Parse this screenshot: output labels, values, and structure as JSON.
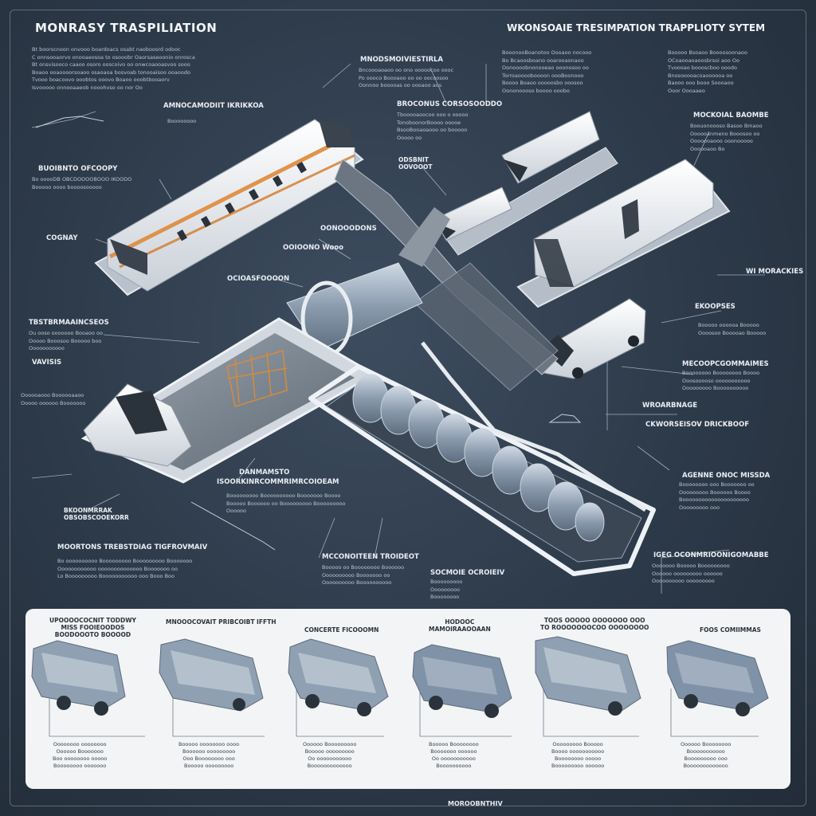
{
  "title_left": "MONRASY TRASPILIATION",
  "title_right": "WKONSOAIE TRESIMPATION TRAPPLIOTY SYTEM",
  "top_left_paragraph": "Bt boorscnoon onvooo boardoacs osabt naoboosrd odooc\nC onnsooaorvo onooaeosoa to osooobr Oaorsaseoonio onrosca\nBt onsvisooco caaoo osoro ooscoivo oo onwcoaooasvoo sooo\nBoaoo ooaoooorsoaoo osaoaoa bosvoab tonooaisoo ooaoodo\nTvooo boacoovo ooobtos ooovo Boaoo ooobtbooaorv\nIsvooooo onnooaaeob nooohvso oo nor Oo",
  "labels": [
    {
      "id": "mdiag",
      "text": "MNODSMOIVIESTIRLA"
    },
    {
      "id": "amodc",
      "text": "AMNOCAMODIIT IKRIKKOA"
    },
    {
      "id": "bsxx",
      "text": "BUOIBNTO OFCOOPY"
    },
    {
      "id": "cogna",
      "text": "COGNAY"
    },
    {
      "id": "omat",
      "text": "ODSBNIT\nOOVOOOT"
    },
    {
      "id": "bsof",
      "text": "BROCONUS CORSOSOODDO"
    },
    {
      "id": "tbs",
      "text": "TBSTBRMAAINCSEOS"
    },
    {
      "id": "mocnr",
      "text": "MOCKOIAL BAOMBE"
    },
    {
      "id": "vavis",
      "text": "VAVISIS"
    },
    {
      "id": "wmoraci",
      "text": "WI MORACKIES"
    },
    {
      "id": "ekoopss",
      "text": "EKOOPSES"
    },
    {
      "id": "mcbec",
      "text": "MECOOPCGOMMAIMES"
    },
    {
      "id": "wroab",
      "text": "WROARBNAGE"
    },
    {
      "id": "ckws",
      "text": "CKWORSEISOV DRICKBOOF"
    },
    {
      "id": "agrnc",
      "text": "AGENNE ONOC MISSDA"
    },
    {
      "id": "igcomn",
      "text": "IGEG OCONMRIOONIGOMABBE"
    },
    {
      "id": "mcoiterf",
      "text": "MCCONOITEEN TROIDEOT"
    },
    {
      "id": "dnnmsto",
      "text": "DANMAMSTO"
    },
    {
      "id": "isdcr",
      "text": "ISOORKINRCOMMRIMRCOIOEAM"
    },
    {
      "id": "mtt",
      "text": "MOORTONS TREBSTDIAG TIGFROVMAIV"
    },
    {
      "id": "bkol",
      "text": "BKOONMRRAK\nOBSOBSCOOEKORR"
    },
    {
      "id": "soaor",
      "text": "SOCMOIE OCROIEIV"
    },
    {
      "id": "ooxo",
      "text": "OONOOODONS"
    },
    {
      "id": "oocs",
      "text": "OCIOASFOOOON"
    },
    {
      "id": "oocow",
      "text": "OOIOONO Wooo"
    }
  ],
  "paragraphs": [
    {
      "id": "p_mdiag",
      "text": "Bncoooaoaoo oo ono ooooocoo oooc\nPo oooco Boooaoo oo oo oocoosoo\nOonnoo booooas oo oooaoo aos"
    },
    {
      "id": "p_topmid",
      "text": "BooonooBoanotoo Oooaoo nocooo\nBo Bcaoosboano ooarooaonaoo\nOonoooobnonooeao ooonosoo oo\nTorroaooooboooon oooBoonooo\nBoooo Boaoo ooooosbo ooosoo\nOononoooso boooo ooobo"
    },
    {
      "id": "p_topright",
      "text": "Booooo Bsoaoo Boooosoonaoo\nOCoaooaoaoosbrsoi aoo Oo\nTvoooao boooscboo ooodo\nBnosooooacoaoooooa oo\nBaooo ooo booo Soooaoo\nOoor Oooaaeo"
    },
    {
      "id": "p_bsof",
      "text": "Tbooooaoocoo ooo o ooooo\nTonoboonorBoooo ooooe\nBsooBooaoaooo oo booooo\nOoooo oo"
    },
    {
      "id": "p_mocnr",
      "text": "Boouonoooso Basoo Bmaoo\nOooooanmeno Booosoo oo\nOoooooaooo ooonooooo\nOooooaoo Bo"
    },
    {
      "id": "p_bstrip",
      "text": "Bo ooooDB OBCDOOOOBOOO IKOODO\nBooooo oooo boooosooooo"
    },
    {
      "id": "p_tbs",
      "text": "Ou ooso ooooooo Booaoo oo\nOoooo Booosoo Booooo boo\nOoooooooooo"
    },
    {
      "id": "p_vavis",
      "text": "Oooooaooo Boooooaaoo\nOoooo oooooo Booooooo"
    },
    {
      "id": "p_ekoop",
      "text": "Booooo oooooa Booooo\nOooosoo Booooao Booooo"
    },
    {
      "id": "p_mcbec",
      "text": "Boooooooo Boooooooo Boooo\nOoosooooso ooooooooooo\nOoooooooo Boooooooooo"
    },
    {
      "id": "p_agrnc",
      "text": "Boooooooo ooo Booooooo oo\nOoooooooo Boooooo Boooo\nBooooooooooooooooooooo\nOoooooooo ooo"
    },
    {
      "id": "p_igcom",
      "text": "Ooooooo Booooo Booooooooo\nOooooo ooooooooo oooooo\nOooooooooo ooooooooo"
    },
    {
      "id": "p_mcoit",
      "text": "Booooo oo Boooooooo Boooooo\nOooooooooo Booooooo oo\nOooooooooo Boooooooooo"
    },
    {
      "id": "p_dnn",
      "text": "Booooooooo Boooooooooo Booooooo Boooo\nBooooo Boooooo oo Booooooooo Booooooooo\nOooooo"
    },
    {
      "id": "p_mtt",
      "text": "Bo oooooooooo Booooooooo Booooooooo Booooooo\nOooooooooooo oooooooooooooo Booooooo oo\nLo Booooooooo Booooooooooo ooo Booo Boo"
    },
    {
      "id": "p_soaor",
      "text": "Booooooooo\nOoooooooo\nBoooooooo"
    },
    {
      "id": "p_amod",
      "text": "Boooooooo"
    }
  ],
  "pods": [
    {
      "title": "UPOOOOCOCNIT TODDWY\nMISS FOOIEOODOS\nBOODOOOTO BOOOOD",
      "desc": "Oooooooo oooooooo\nOooooo Booooooo\nBoo oooooooo ooooo\nBoooooooo ooooooo"
    },
    {
      "title": "MNOOOCOVAIT PRIBCOIBT IFFTH",
      "desc": "Booooo oooooooo oooo\nBoooooo ooooooooo\nOoo Boooooooo ooo\nBooooo ooooooooo"
    },
    {
      "title": "CONCERTE FICOOOMN",
      "desc": "Oooooo Booooooooo\nBooooo ooooooooo\nOo ooooooooooo\nBooooooooooooo"
    },
    {
      "title": "HODOOC\nMAMOIRAAOOAAN",
      "desc": "Booooo Boooooooo\nBooooooo oooooo\nOo ooooooooooo\nBoooooooooo"
    },
    {
      "title": "TOOS OOOOO OOOOOOO OOO\nTO ROOOOOOOCOO OOOOOOOO",
      "desc": "Ooooooooo Booooo\nBoooo ooooooooooo\nBoooooooo ooooo\nBooooooooo oooooo"
    },
    {
      "title": "FOOS COMIIMMAS",
      "desc": "Oooooo Boooooooo\nBooooooooooo\nBooooooooo ooo\nBooooooooooooo"
    }
  ],
  "footer": "MOROOBNTHIV",
  "colors": {
    "background": "#2e3b4c",
    "panel": "#f3f4f5",
    "accent": "#e08a3a",
    "vehicle": "#eef1f4",
    "pod": "#8a9cb0"
  }
}
